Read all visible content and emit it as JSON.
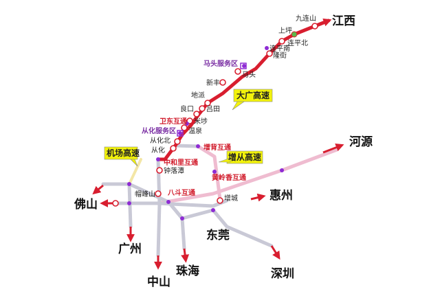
{
  "cities": {
    "jiangxi": "江西",
    "heyuan": "河源",
    "huizhou": "惠州",
    "foshan": "佛山",
    "guangzhou": "广州",
    "zhongshan": "中山",
    "zhuhai": "珠海",
    "dongguan": "东莞",
    "shenzhen": "深圳"
  },
  "stations": {
    "jiulianshan": "九连山",
    "shangping": "上坪",
    "lianpingbei": "连平北",
    "longjie": "隆街",
    "lianpingnan": "连平南",
    "matou": "马头",
    "xinfeng": "新丰",
    "dipai": "地派",
    "liangkou": "良口",
    "lvtian": "吕田",
    "mibu": "米埗",
    "wenquan": "温泉",
    "conghuabei": "从化北",
    "conghua": "从化",
    "zhongluotan": "钟落潭",
    "maofengshan": "帽峰山",
    "zengcheng": "增城"
  },
  "service_areas": {
    "matou": "马头服务区",
    "conghua": "从化服务区"
  },
  "interchanges": {
    "weidong": "卫东互通",
    "taobei": "增背互通",
    "zhonghelixiang": "中和里互通",
    "huanglingxiang": "黄岭香互通",
    "badou": "八斗互通"
  },
  "highways": {
    "daguang": "大广高速",
    "jichang": "机场高速",
    "zengcong": "增从高速"
  },
  "colors": {
    "main_line": "#d81e2f",
    "arrow": "#d81e2f",
    "node_purple": "#8e2bd4",
    "node_green": "#5cb84a",
    "road_gray": "#c9c9d6",
    "road_pink": "#efbcd0",
    "callout_fill": "#f2f20c",
    "airport_road": "#f3e6a6"
  }
}
